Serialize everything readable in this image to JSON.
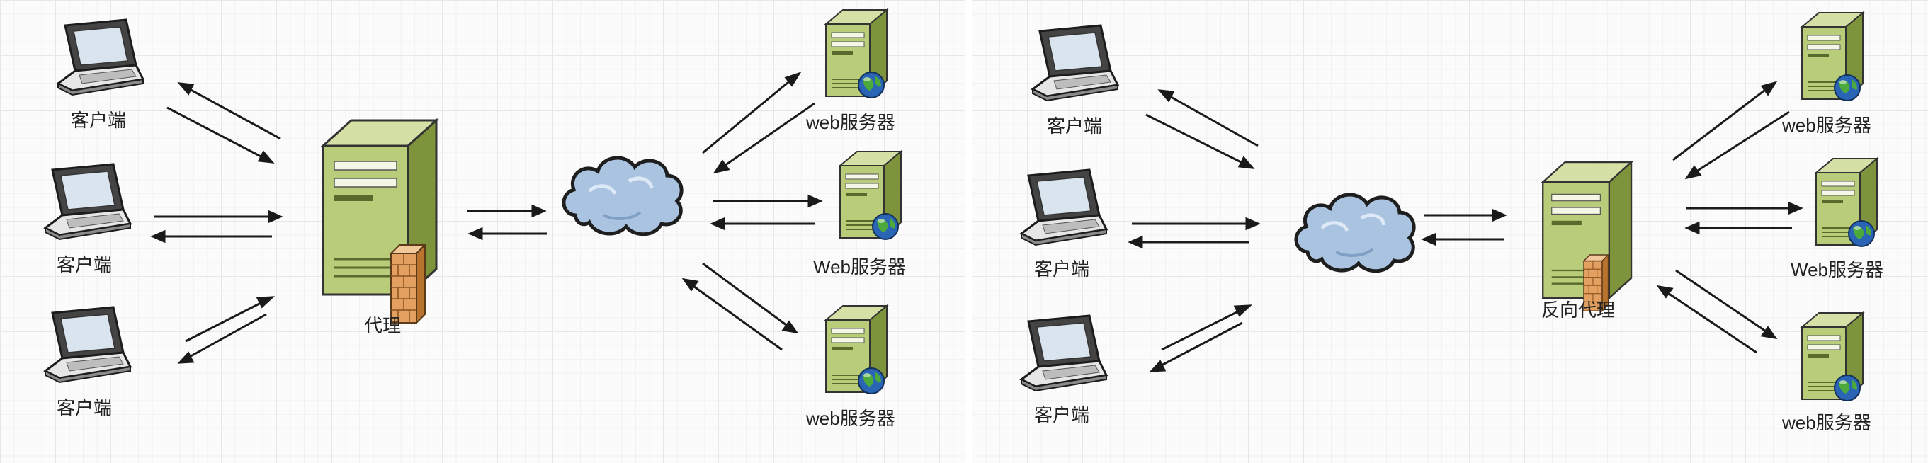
{
  "left_diagram": {
    "clients": [
      "客户端",
      "客户端",
      "客户端"
    ],
    "proxy": "代理",
    "servers": [
      "web服务器",
      "Web服务器",
      "web服务器"
    ]
  },
  "right_diagram": {
    "clients": [
      "客户端",
      "客户端",
      "客户端"
    ],
    "proxy": "反向代理",
    "servers": [
      "web服务器",
      "Web服务器",
      "web服务器"
    ]
  },
  "colors": {
    "server_green": "#b8cc7a",
    "server_dark": "#3c4a22",
    "cloud_blue": "#a9c3e0",
    "arrow": "#1a1a1a",
    "firewall_orange": "#e3a060"
  },
  "icons": [
    "laptop-icon",
    "server-icon",
    "cloud-icon",
    "firewall-icon",
    "globe-icon"
  ]
}
